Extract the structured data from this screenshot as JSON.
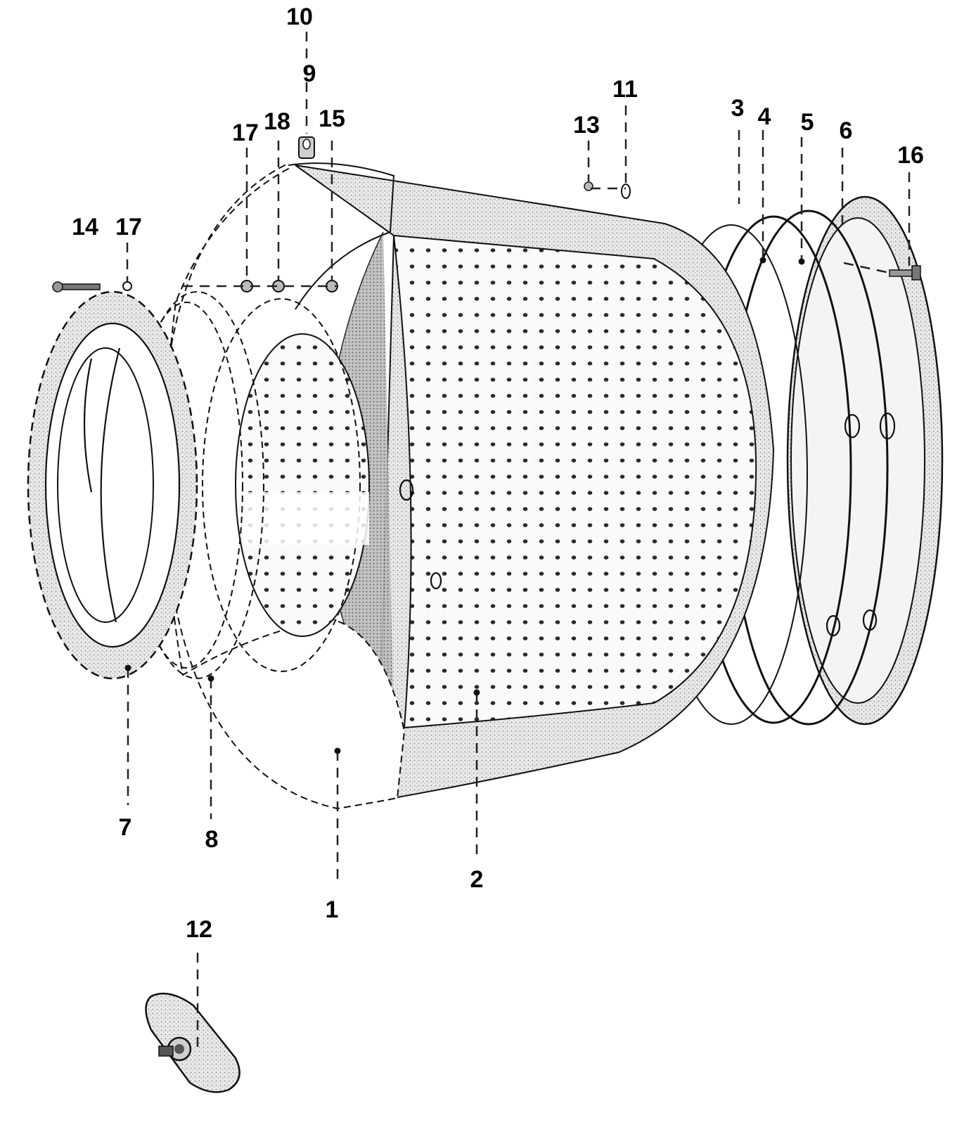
{
  "diagram": {
    "callouts": [
      {
        "id": "1",
        "label": "1"
      },
      {
        "id": "2",
        "label": "2"
      },
      {
        "id": "3",
        "label": "3"
      },
      {
        "id": "4",
        "label": "4"
      },
      {
        "id": "5",
        "label": "5"
      },
      {
        "id": "6",
        "label": "6"
      },
      {
        "id": "7",
        "label": "7"
      },
      {
        "id": "8",
        "label": "8"
      },
      {
        "id": "9",
        "label": "9"
      },
      {
        "id": "10",
        "label": "10"
      },
      {
        "id": "11",
        "label": "11"
      },
      {
        "id": "12",
        "label": "12"
      },
      {
        "id": "13",
        "label": "13"
      },
      {
        "id": "14",
        "label": "14"
      },
      {
        "id": "15",
        "label": "15"
      },
      {
        "id": "16",
        "label": "16"
      },
      {
        "id": "17a",
        "label": "17"
      },
      {
        "id": "17b",
        "label": "17"
      },
      {
        "id": "18",
        "label": "18"
      }
    ]
  }
}
